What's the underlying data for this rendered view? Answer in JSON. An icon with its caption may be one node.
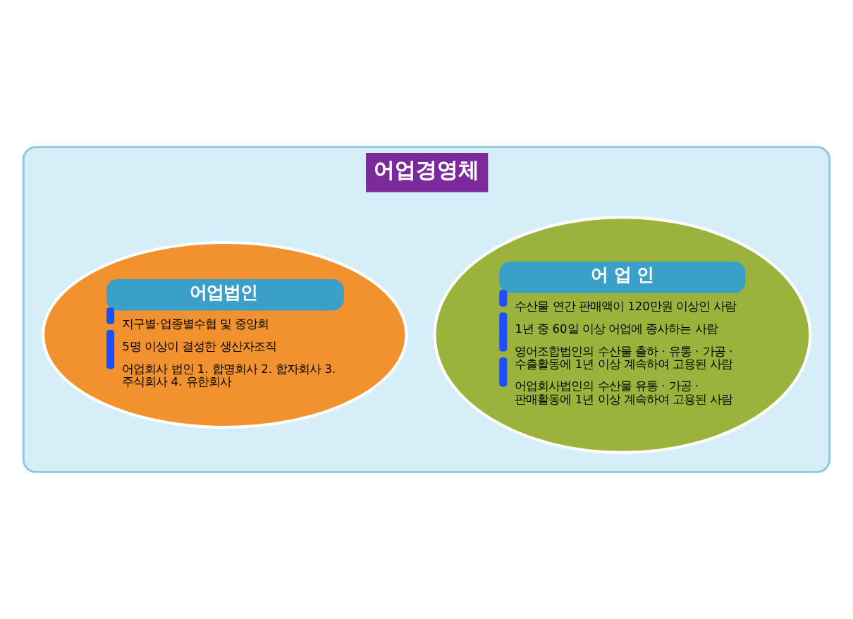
{
  "diagram": {
    "nodes": [
      {
        "text": [
          "어업경영체"
        ]
      },
      {
        "text": [
          "어 업 인",
          "수산물 연간 판매액이 120만원 이상인 사람",
          "1년 중 60일 이상 어업에 종사하는 사람",
          "영어조합법인의 수산물 출하 · 유통 · 가공 · 수출활동에 1년 이상 계속하여 고용된 사람",
          "어업회사법인의 수산물 유통 · 가공 · 판매활동에 1년 이상 계속하여 고용된 사람"
        ],
        "in": 0
      },
      {
        "text": [
          "어업법인",
          "지구별·업종별수협 및 중앙회",
          "5명 이상이 결성한 생산자조직",
          "어업회사 법인 1. 합명회사 2. 합자회사 3. 주식회사 4. 유한회사"
        ],
        "in": 0
      }
    ],
    "edges": []
  }
}
